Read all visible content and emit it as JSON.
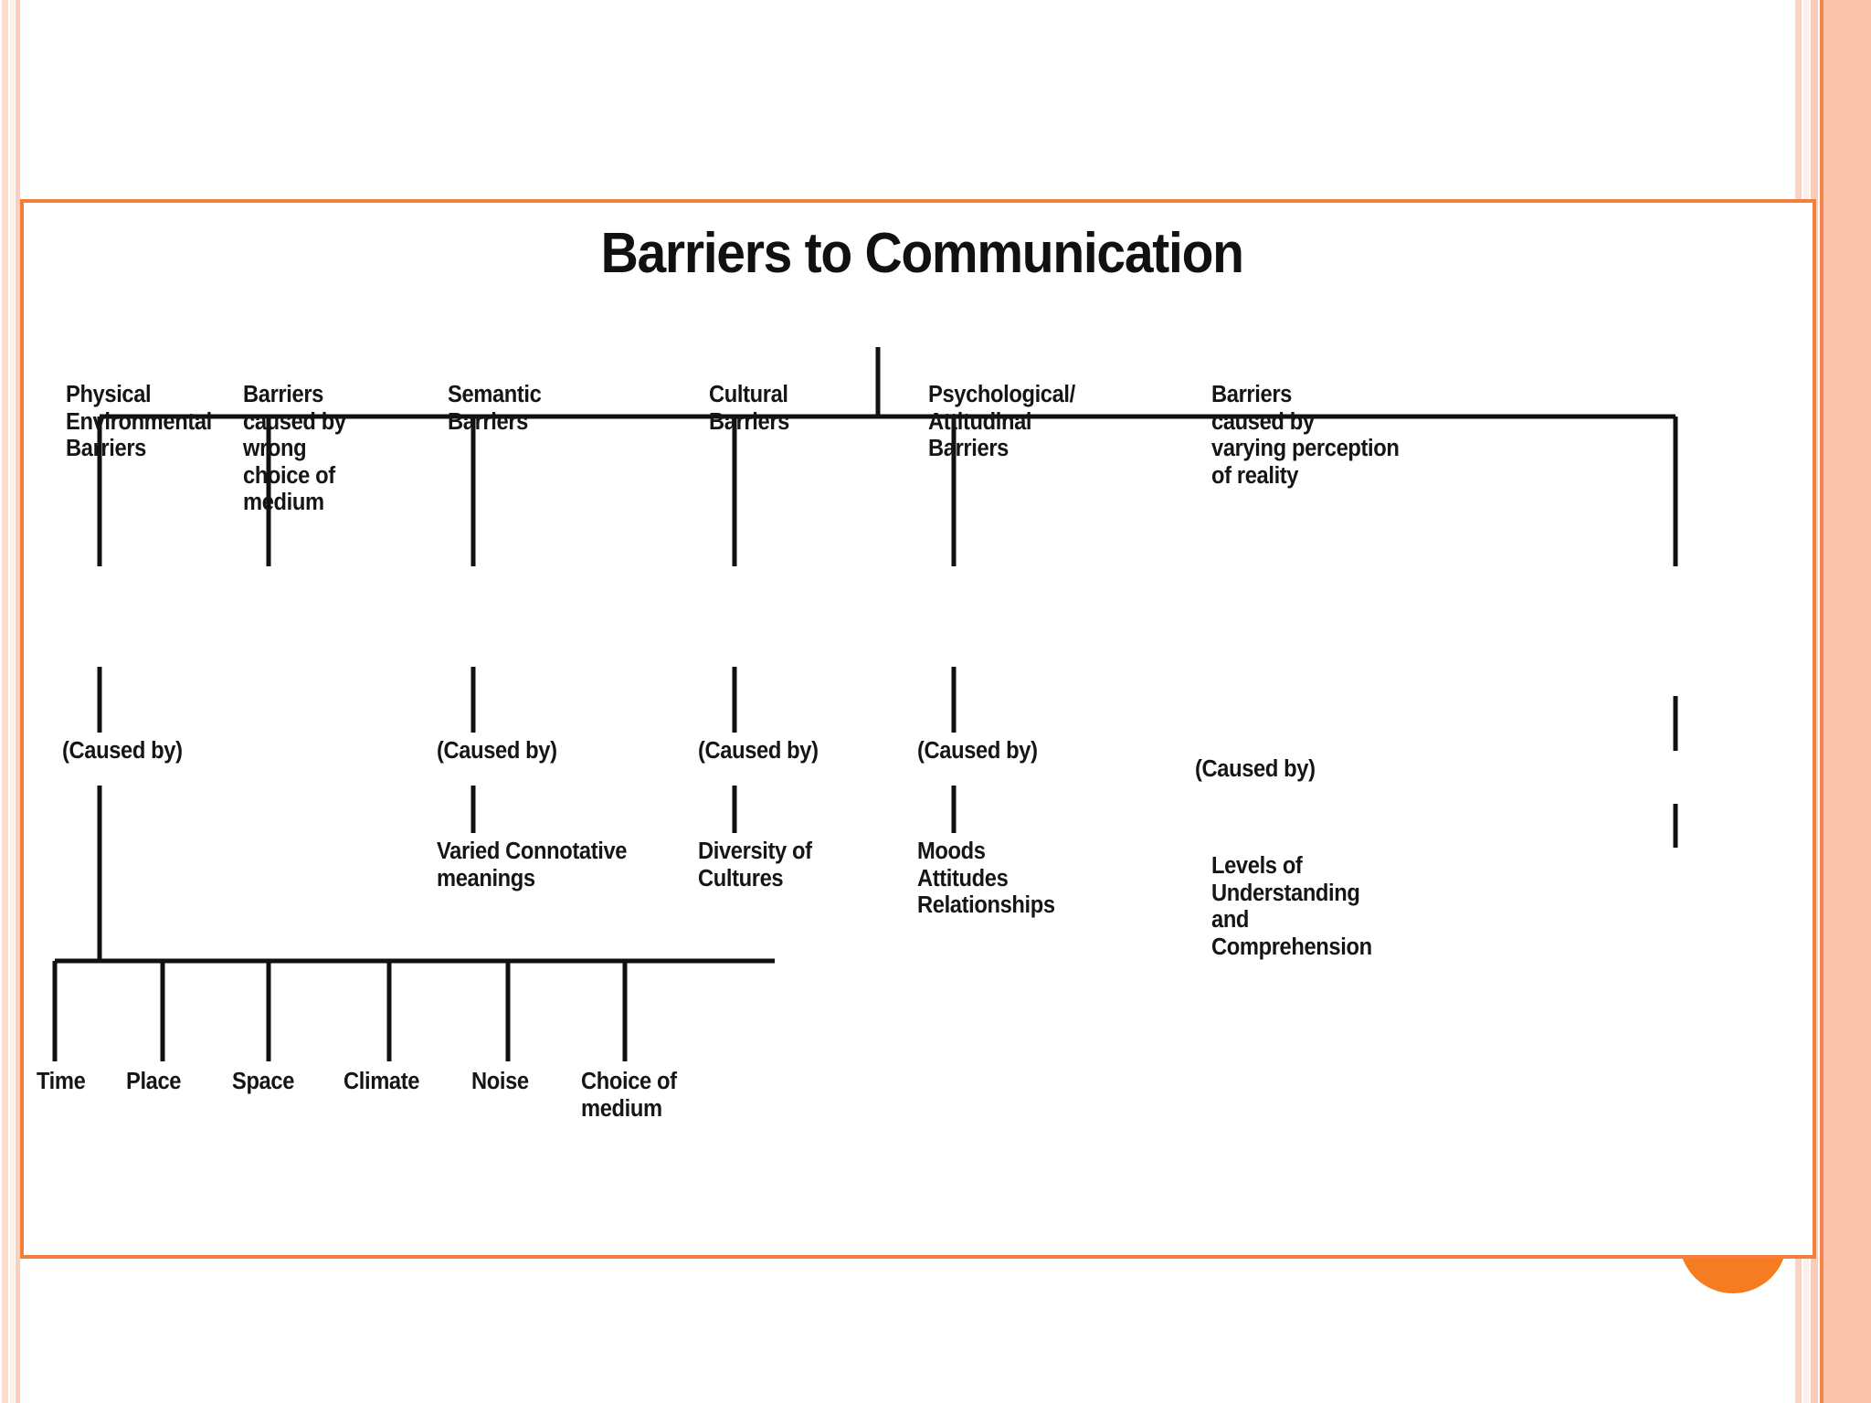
{
  "slide": {
    "background_color": "#ffffff",
    "frame_border_color": "#f0803c",
    "accent_color": "#f57c20",
    "band_color": "#fbc4aa"
  },
  "diagram": {
    "type": "tree",
    "title": "Barriers to Communication",
    "branches": [
      {
        "label": "Physical\nEnvironmental\nBarriers",
        "caused_by_label": "(Caused by)",
        "children": [
          {
            "label": "Time"
          },
          {
            "label": "Place"
          },
          {
            "label": "Space"
          },
          {
            "label": "Climate"
          },
          {
            "label": "Noise"
          },
          {
            "label": "Choice of\nmedium"
          }
        ]
      },
      {
        "label": "Barriers\ncaused by\nwrong\nchoice of\nmedium",
        "caused_by_label": "",
        "children": []
      },
      {
        "label": "Semantic\nBarriers",
        "caused_by_label": "(Caused by)",
        "children": [
          {
            "label": "Varied Connotative\nmeanings"
          }
        ]
      },
      {
        "label": "Cultural\nBarriers",
        "caused_by_label": "(Caused by)",
        "children": [
          {
            "label": "Diversity of\nCultures"
          }
        ]
      },
      {
        "label": "Psychological/\nAttitudinal\nBarriers",
        "caused_by_label": "(Caused by)",
        "children": [
          {
            "label": "Moods\nAttitudes\nRelationships"
          }
        ]
      },
      {
        "label": "Barriers\ncaused by\nvarying perception\nof reality",
        "caused_by_label": "(Caused by)",
        "children": [
          {
            "label": "Levels of\nUnderstanding\nand\nComprehension"
          }
        ]
      }
    ]
  }
}
